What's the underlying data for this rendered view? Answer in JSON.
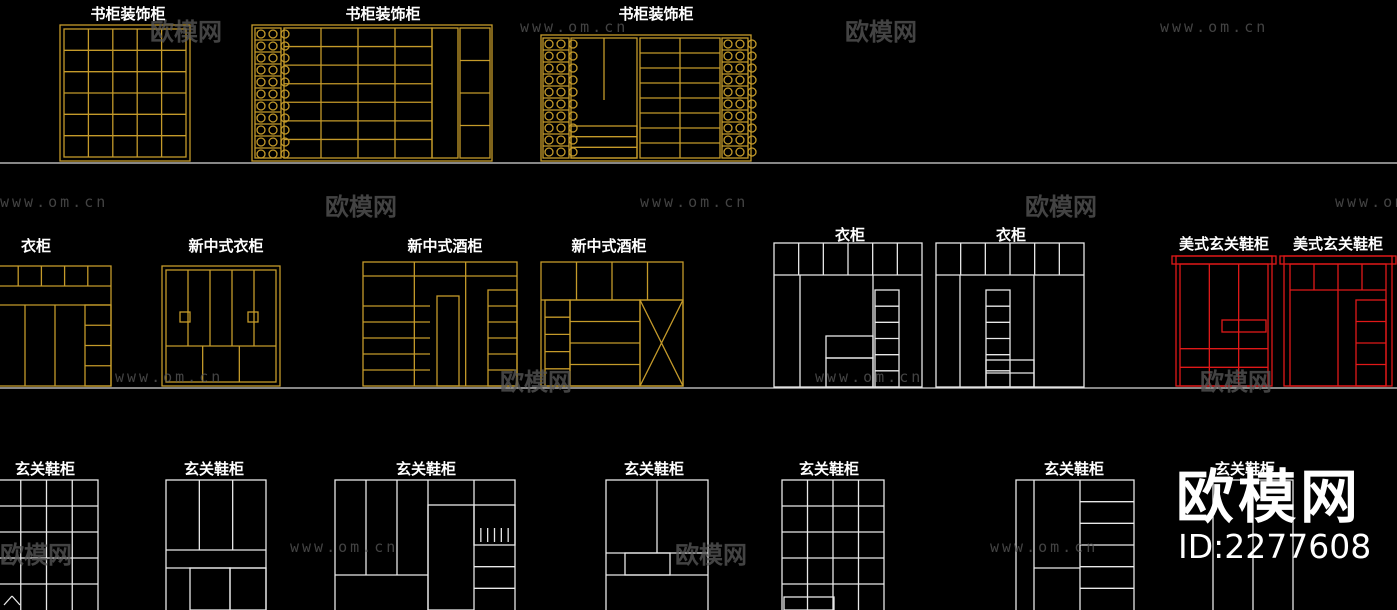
{
  "colors": {
    "gold": "#c49a2a",
    "white": "#e8e8e8",
    "red": "#e01818",
    "divider": "#d8d8d8",
    "background": "#000000"
  },
  "labels": {
    "r1_1": "书柜装饰柜",
    "r1_2": "书柜装饰柜",
    "r1_3": "书柜装饰柜",
    "r2_1": "衣柜",
    "r2_2": "新中式衣柜",
    "r2_3": "新中式酒柜",
    "r2_4": "新中式酒柜",
    "r2_5": "衣柜",
    "r2_6": "衣柜",
    "r2_7": "美式玄关鞋柜",
    "r2_8": "美式玄关鞋柜",
    "r3_1": "玄关鞋柜",
    "r3_2": "玄关鞋柜",
    "r3_3": "玄关鞋柜",
    "r3_4": "玄关鞋柜",
    "r3_5": "玄关鞋柜",
    "r3_6": "玄关鞋柜",
    "r3_7": "玄关鞋柜"
  },
  "watermark": {
    "url": "www.om.cn",
    "brand": "欧模网",
    "id": "ID:2277608"
  },
  "icons": {
    "corner_mark": "ucs-axis-icon"
  }
}
